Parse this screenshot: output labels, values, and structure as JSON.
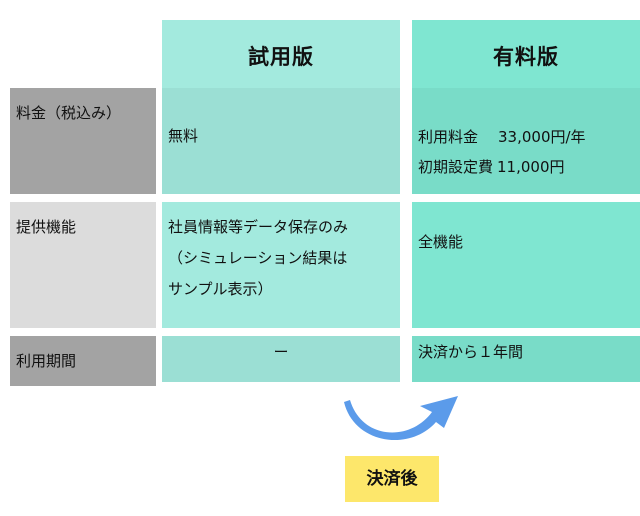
{
  "columns": {
    "trial": "試用版",
    "paid": "有料版"
  },
  "rows": {
    "price": "料金（税込み）",
    "features": "提供機能",
    "period": "利用期間"
  },
  "trial": {
    "price": "無料",
    "features_line1": "社員情報等データ保存のみ",
    "features_line2": "（シミュレーション結果は",
    "features_line3": "サンプル表示）",
    "period": "ー"
  },
  "paid": {
    "price_label1": "利用料金",
    "price_amount1": "33,000円/年",
    "price_label2": "初期設定費",
    "price_amount2": "11,000円",
    "features": "全機能",
    "period": "決済から１年間"
  },
  "transition": {
    "badge": "決済後",
    "arrow_color": "#5b9bea",
    "badge_color": "#fde76b"
  },
  "colors": {
    "trial_column": "#a3eade",
    "paid_column": "#7fe6d1",
    "row_label_dark": "#a3a3a3",
    "row_label_light": "#dcdcdc"
  }
}
